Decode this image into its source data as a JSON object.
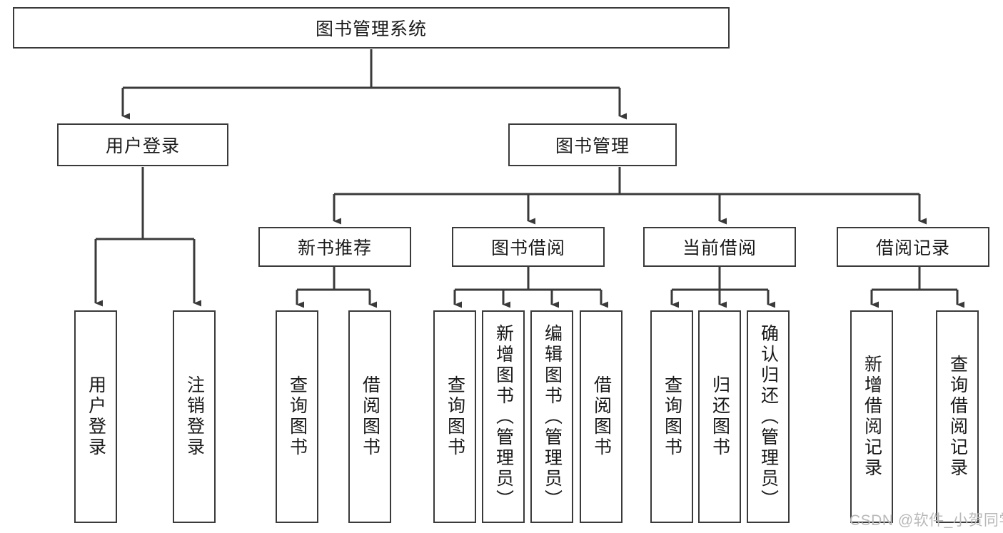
{
  "diagram": {
    "type": "tree-hierarchy",
    "title": "图书管理系统",
    "watermark": "CSDN @软件_小贺同学",
    "colors": {
      "box_border": "#3a3a3a",
      "box_fill": "#ffffff",
      "edge": "#3a3a3a",
      "text": "#1a1a1a",
      "watermark": "#b9b9b9",
      "background": "#ffffff"
    },
    "nodes": {
      "root": {
        "label": "图书管理系统",
        "level": 0,
        "orientation": "horizontal"
      },
      "user_login": {
        "label": "用户登录",
        "level": 1,
        "orientation": "horizontal"
      },
      "book_manage": {
        "label": "图书管理",
        "level": 1,
        "orientation": "horizontal"
      },
      "new_book_rec": {
        "label": "新书推荐",
        "level": 2,
        "orientation": "horizontal"
      },
      "book_borrow": {
        "label": "图书借阅",
        "level": 2,
        "orientation": "horizontal"
      },
      "current_borrow": {
        "label": "当前借阅",
        "level": 2,
        "orientation": "horizontal"
      },
      "borrow_record": {
        "label": "借阅记录",
        "level": 2,
        "orientation": "horizontal"
      },
      "leaf_user_login": {
        "label": "用户登录",
        "level": 3,
        "orientation": "vertical"
      },
      "leaf_logout": {
        "label": "注销登录",
        "level": 3,
        "orientation": "vertical"
      },
      "leaf_query_book_1": {
        "label": "查询图书",
        "level": 3,
        "orientation": "vertical"
      },
      "leaf_borrow_book_1": {
        "label": "借阅图书",
        "level": 3,
        "orientation": "vertical"
      },
      "leaf_query_book_2": {
        "label": "查询图书",
        "level": 3,
        "orientation": "vertical"
      },
      "leaf_add_book": {
        "label": "新增图书（管理员）",
        "level": 3,
        "orientation": "vertical"
      },
      "leaf_edit_book": {
        "label": "编辑图书（管理员）",
        "level": 3,
        "orientation": "vertical"
      },
      "leaf_borrow_book_2": {
        "label": "借阅图书",
        "level": 3,
        "orientation": "vertical"
      },
      "leaf_query_book_3": {
        "label": "查询图书",
        "level": 3,
        "orientation": "vertical"
      },
      "leaf_return_book": {
        "label": "归还图书",
        "level": 3,
        "orientation": "vertical"
      },
      "leaf_confirm_return": {
        "label": "确认归还（管理员）",
        "level": 3,
        "orientation": "vertical"
      },
      "leaf_add_record": {
        "label": "新增借阅记录",
        "level": 3,
        "orientation": "vertical"
      },
      "leaf_query_record": {
        "label": "查询借阅记录",
        "level": 3,
        "orientation": "vertical"
      }
    },
    "edges": [
      {
        "from": "root",
        "to": "user_login"
      },
      {
        "from": "root",
        "to": "book_manage"
      },
      {
        "from": "user_login",
        "to": "leaf_user_login"
      },
      {
        "from": "user_login",
        "to": "leaf_logout"
      },
      {
        "from": "book_manage",
        "to": "new_book_rec"
      },
      {
        "from": "book_manage",
        "to": "book_borrow"
      },
      {
        "from": "book_manage",
        "to": "current_borrow"
      },
      {
        "from": "book_manage",
        "to": "borrow_record"
      },
      {
        "from": "new_book_rec",
        "to": "leaf_query_book_1"
      },
      {
        "from": "new_book_rec",
        "to": "leaf_borrow_book_1"
      },
      {
        "from": "book_borrow",
        "to": "leaf_query_book_2"
      },
      {
        "from": "book_borrow",
        "to": "leaf_add_book"
      },
      {
        "from": "book_borrow",
        "to": "leaf_edit_book"
      },
      {
        "from": "book_borrow",
        "to": "leaf_borrow_book_2"
      },
      {
        "from": "current_borrow",
        "to": "leaf_query_book_3"
      },
      {
        "from": "current_borrow",
        "to": "leaf_return_book"
      },
      {
        "from": "current_borrow",
        "to": "leaf_confirm_return"
      },
      {
        "from": "borrow_record",
        "to": "leaf_add_record"
      },
      {
        "from": "borrow_record",
        "to": "leaf_query_record"
      }
    ]
  }
}
